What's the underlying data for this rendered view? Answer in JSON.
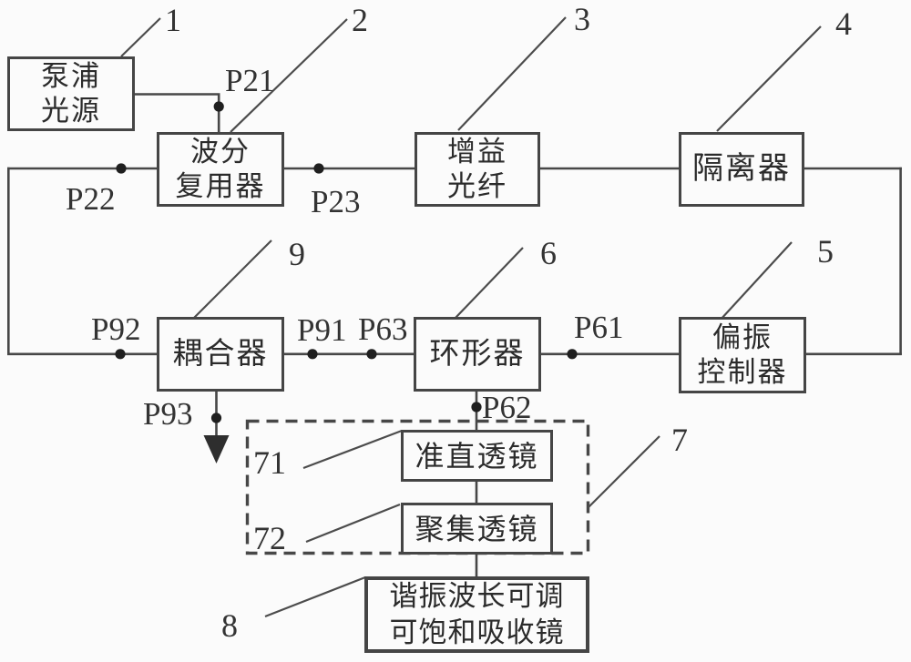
{
  "figure": {
    "type": "patent-schematic",
    "description_colors": {
      "background": "#fbfbfb",
      "line": "#454545",
      "text": "#2b2b2b"
    }
  },
  "blocks": {
    "pump": {
      "ref": "1",
      "line1": "泵浦",
      "line2": "光源"
    },
    "wdm": {
      "ref": "2",
      "line1": "波分",
      "line2": "复用器"
    },
    "gain_fiber": {
      "ref": "3",
      "line1": "增益",
      "line2": "光纤"
    },
    "isolator": {
      "ref": "4",
      "line1": "隔离器"
    },
    "pol_controller": {
      "ref": "5",
      "line1": "偏振",
      "line2": "控制器"
    },
    "circulator": {
      "ref": "6",
      "line1": "环形器"
    },
    "coupler": {
      "ref": "9",
      "line1": "耦合器"
    },
    "lens_assembly": {
      "ref": "7"
    },
    "collimating_lens": {
      "ref": "71",
      "line1": "准直透镜"
    },
    "focusing_lens": {
      "ref": "72",
      "line1": "聚集透镜"
    },
    "sa_mirror": {
      "ref": "8",
      "line1": "谐振波长可调",
      "line2": "可饱和吸收镜"
    }
  },
  "ports": {
    "p21": "P21",
    "p22": "P22",
    "p23": "P23",
    "p92": "P92",
    "p91": "P91",
    "p63": "P63",
    "p61": "P61",
    "p62": "P62",
    "p93": "P93"
  }
}
